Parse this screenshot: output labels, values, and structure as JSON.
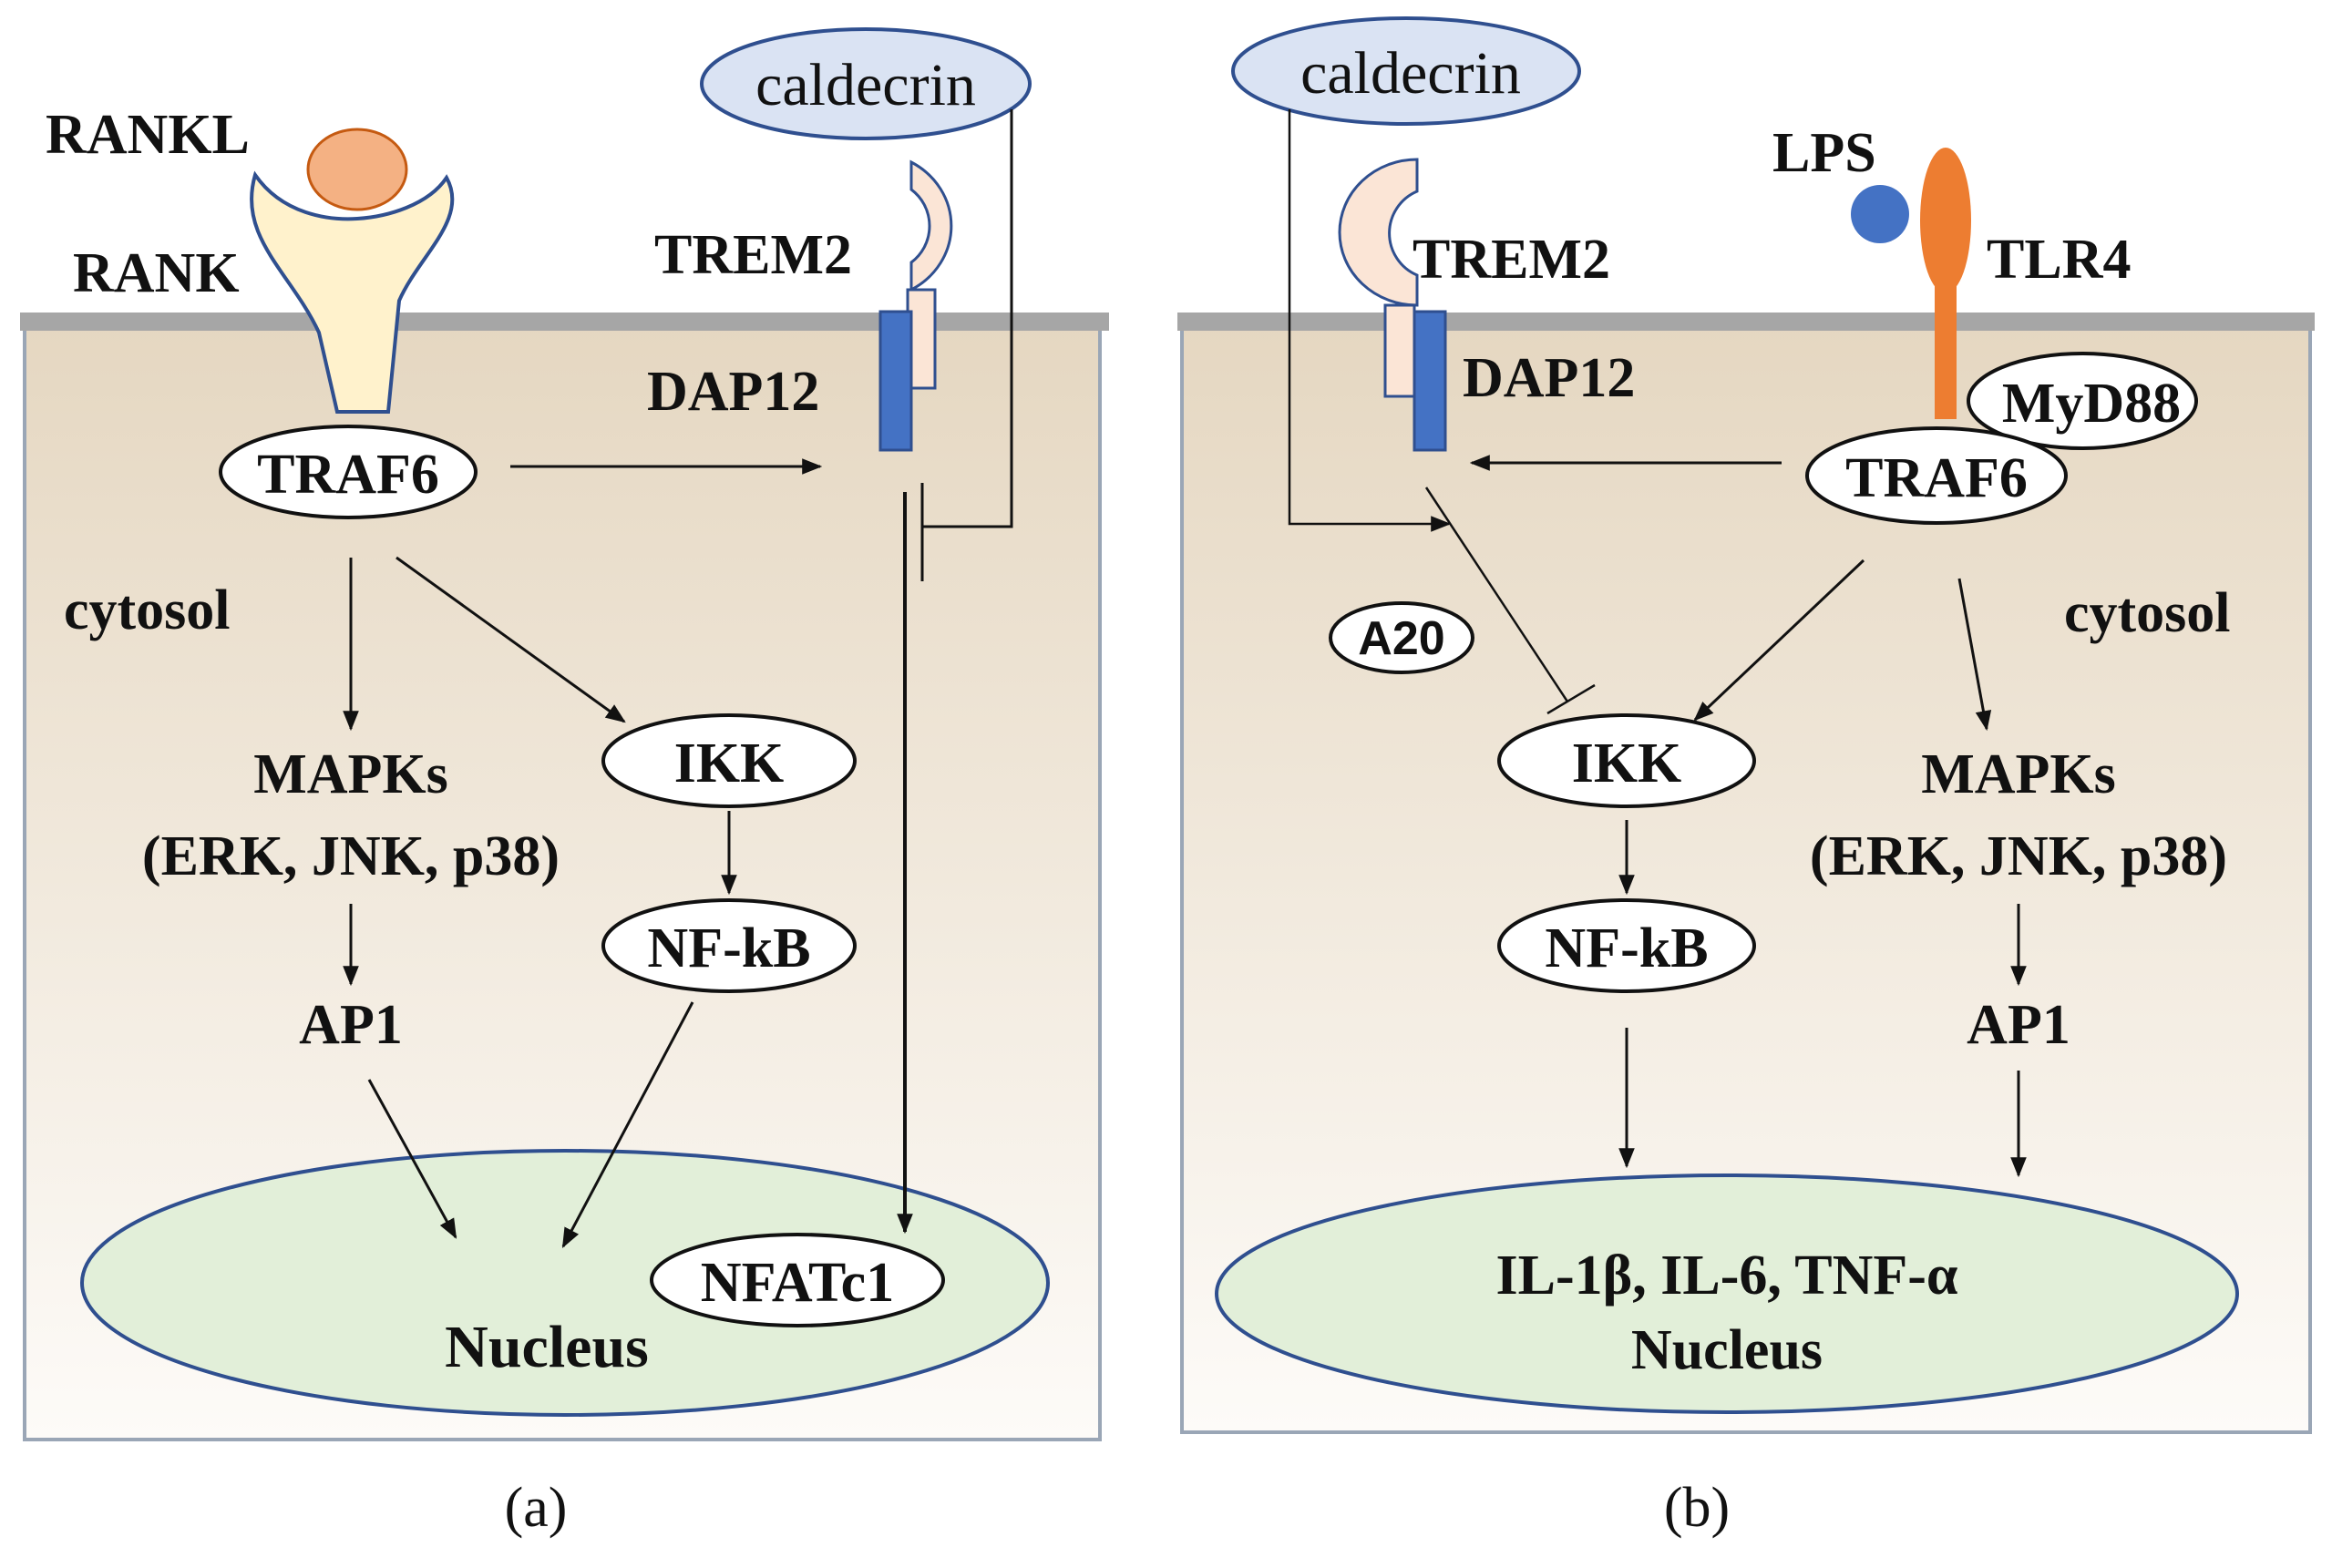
{
  "colors": {
    "cell_top": "#e5d7c1",
    "cell_bottom": "#fdfbf8",
    "cell_border": "#9aa6b6",
    "membrane": "#a6a6a6",
    "nucleus_fill": "#e2efd9",
    "nucleus_stroke": "#2f4f8f",
    "caldecrin_fill": "#dae3f3",
    "rank_fill": "#fff2cc",
    "rankl_fill": "#f4b183",
    "trem2_fill": "#fbe5d6",
    "dap12_fill": "#4472c4",
    "tlr4_fill": "#ed7d31",
    "lps_fill": "#4472c4",
    "line": "#111111"
  },
  "panel_a": {
    "caption": "(a)",
    "caldecrin": "caldecrin",
    "rankl": "RANKL",
    "rank": "RANK",
    "trem2": "TREM2",
    "dap12": "DAP12",
    "traf6": "TRAF6",
    "cytosol": "cytosol",
    "mapks": "MAPKs",
    "mapks_sub": "(ERK, JNK, p38)",
    "ap1": "AP1",
    "ikk": "IKK",
    "nfkb": "NF-kB",
    "nfatc1": "NFATc1",
    "nucleus": "Nucleus"
  },
  "panel_b": {
    "caption": "(b)",
    "caldecrin": "caldecrin",
    "lps": "LPS",
    "tlr4": "TLR4",
    "trem2": "TREM2",
    "dap12": "DAP12",
    "myd88": "MyD88",
    "traf6": "TRAF6",
    "a20": "A20",
    "cytosol": "cytosol",
    "ikk": "IKK",
    "nfkb": "NF-kB",
    "mapks": "MAPKs",
    "mapks_sub": "(ERK, JNK, p38)",
    "ap1": "AP1",
    "cytokines": "IL-1β, IL-6, TNF-α",
    "nucleus": "Nucleus"
  }
}
